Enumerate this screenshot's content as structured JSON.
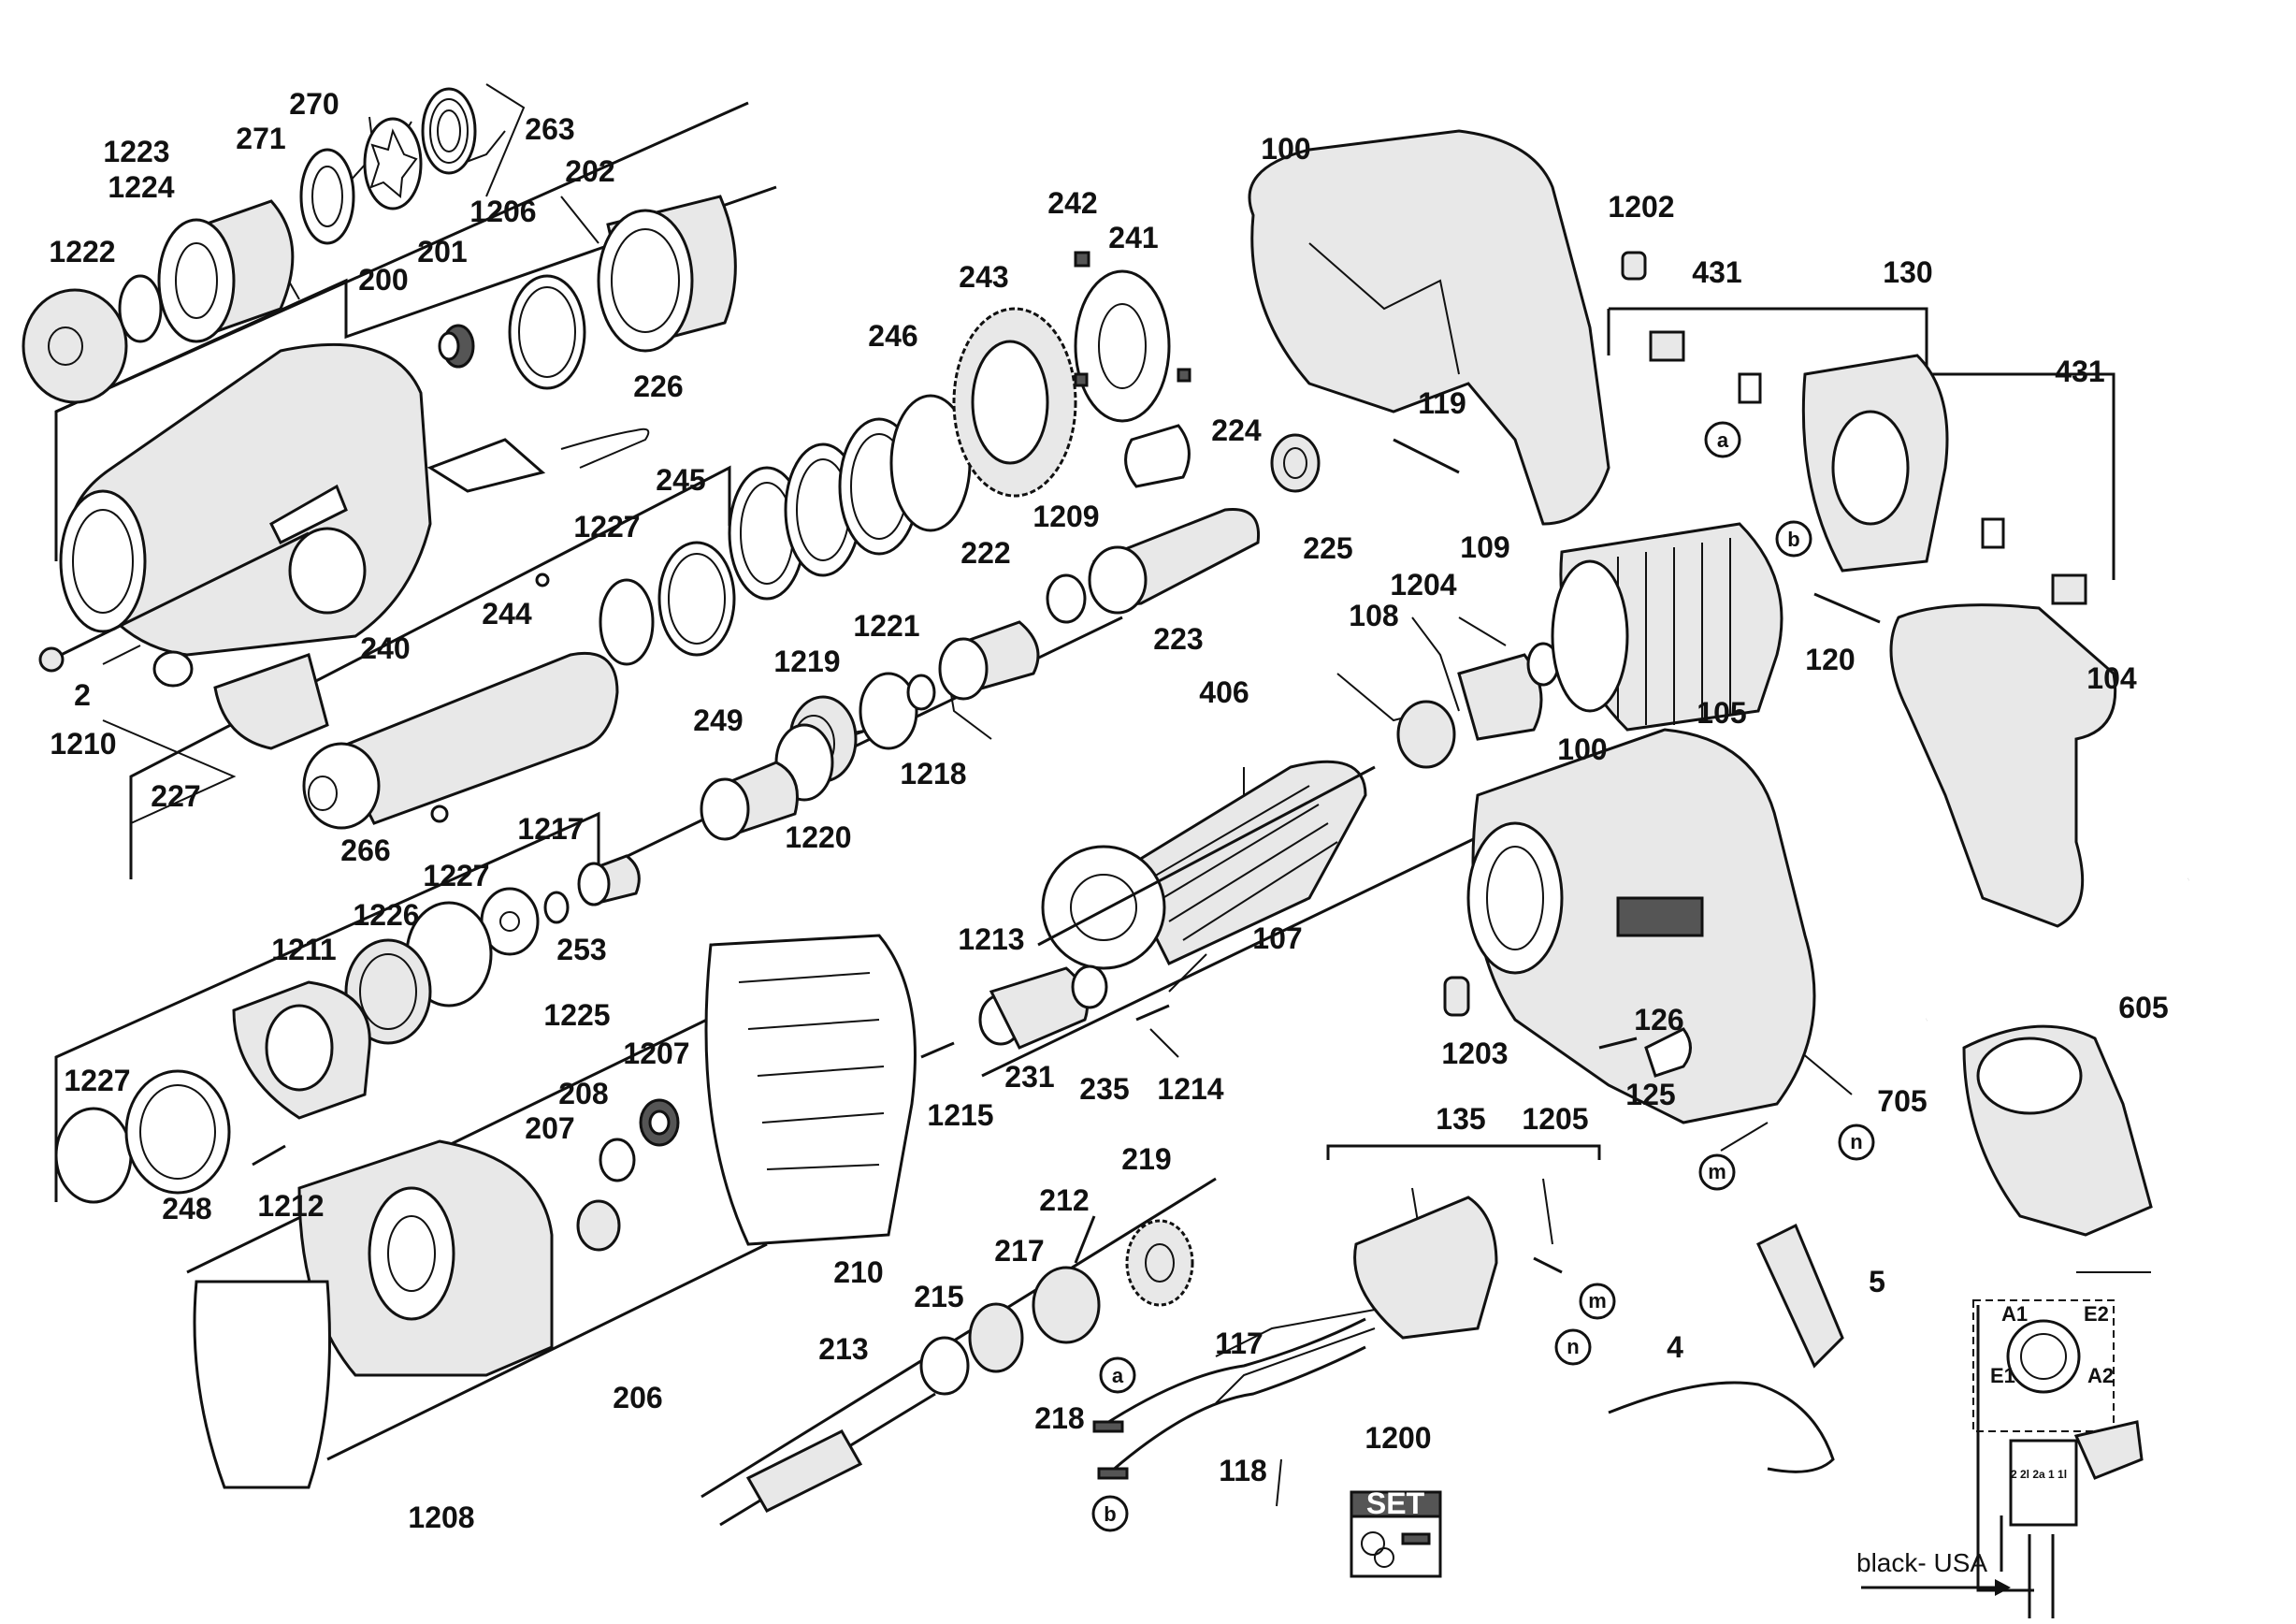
{
  "part_numbers": [
    "270",
    "263",
    "1223",
    "271",
    "1224",
    "202",
    "1206",
    "1222",
    "201",
    "200",
    "243",
    "242",
    "241",
    "246",
    "226",
    "245",
    "1227",
    "244",
    "240",
    "1210",
    "2",
    "227",
    "266",
    "249",
    "1219",
    "1221",
    "1218",
    "1220",
    "222",
    "1209",
    "223",
    "224",
    "225",
    "119",
    "100",
    "1202",
    "431",
    "130",
    "120",
    "104",
    "105",
    "109",
    "1204",
    "108",
    "406",
    "107",
    "1217",
    "253",
    "1226",
    "1211",
    "1225",
    "1213",
    "231",
    "235",
    "1214",
    "1215",
    "1207",
    "208",
    "207",
    "1212",
    "248",
    "210",
    "206",
    "1208",
    "212",
    "219",
    "217",
    "215",
    "213",
    "218",
    "117",
    "118",
    "1200",
    "135",
    "1205",
    "126",
    "125",
    "1203",
    "5",
    "4",
    "605",
    "705"
  ],
  "callouts": {
    "a": "a",
    "b": "b",
    "m": "m",
    "n": "n"
  },
  "set_label": "SET",
  "wiring": {
    "a1": "A1",
    "e2": "E2",
    "e1": "E1",
    "a2": "A2",
    "pins": "2  2l 2a  1  1l"
  },
  "note": "black- USA"
}
